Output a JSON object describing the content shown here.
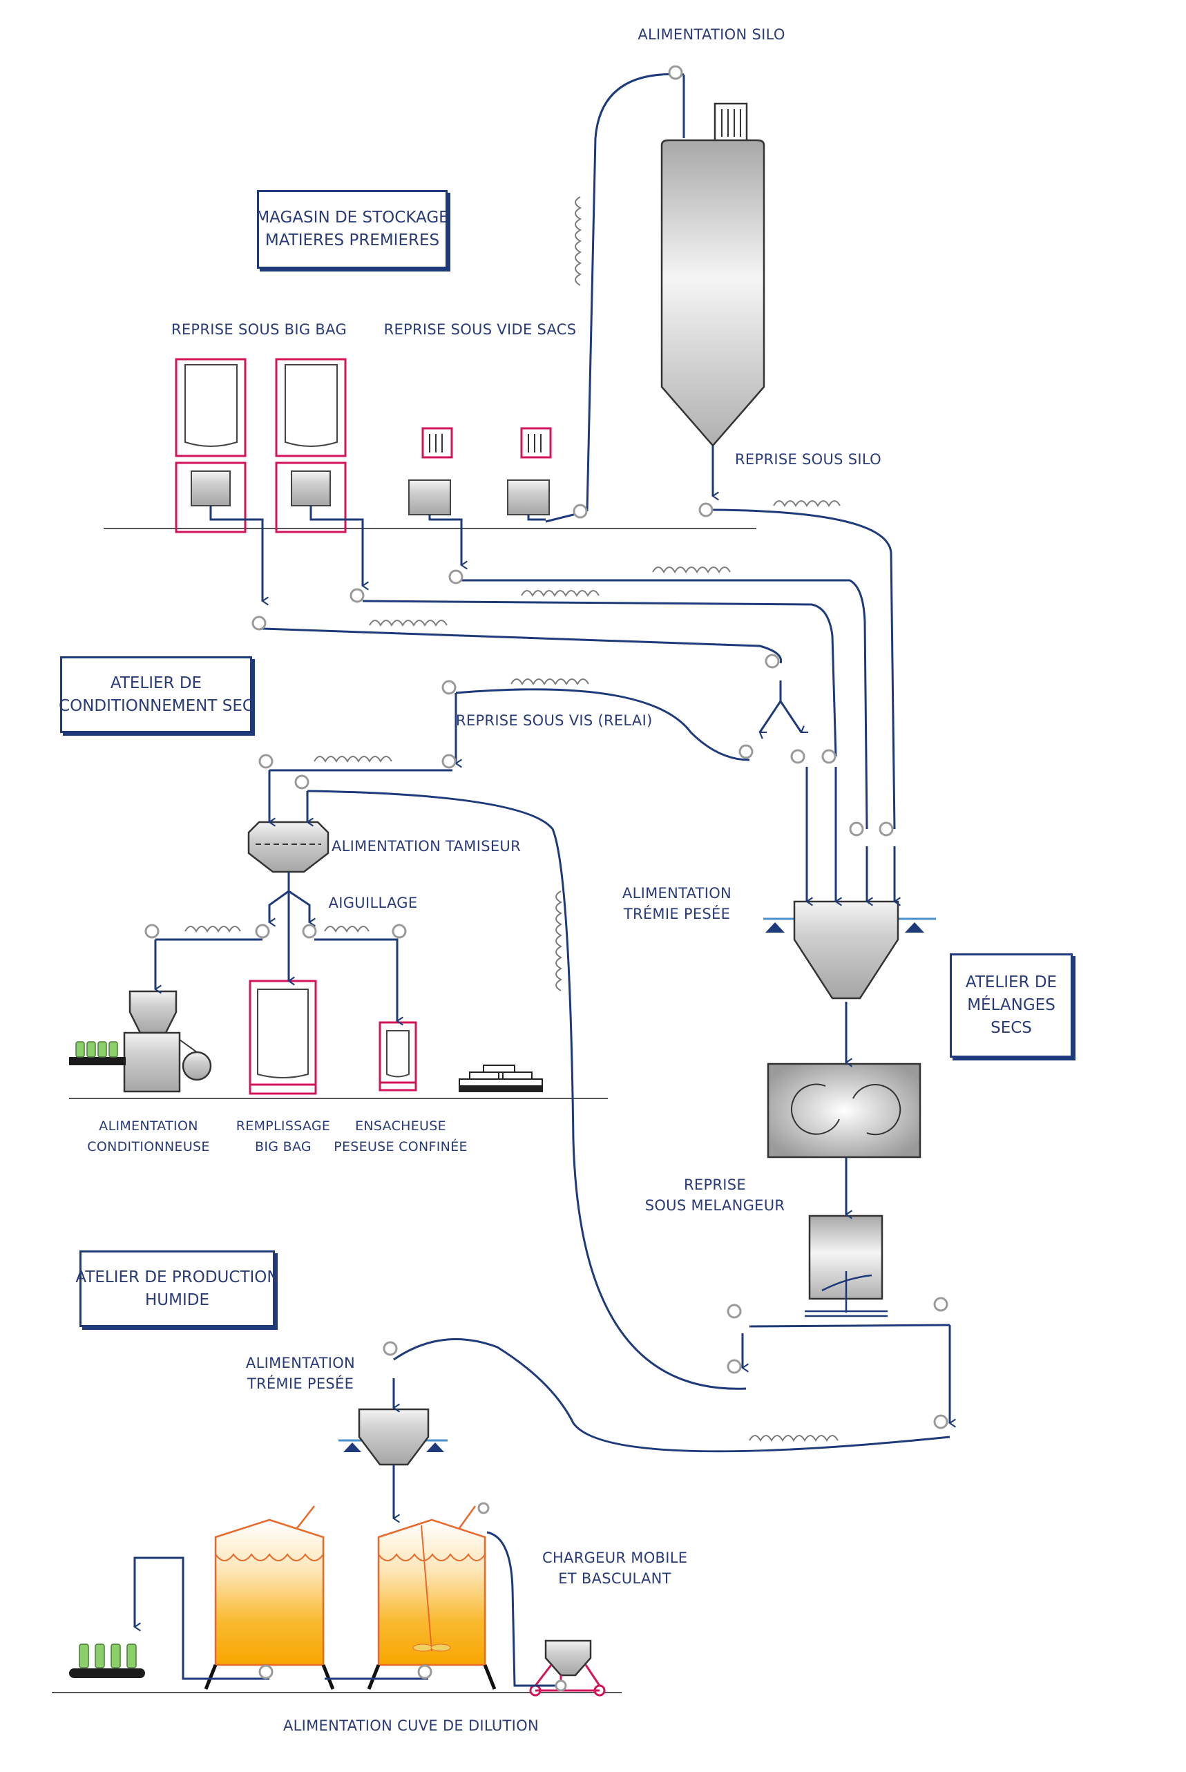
{
  "zones": {
    "storage": [
      "MAGASIN DE STOCKAGE",
      "MATIERES PREMIERES"
    ],
    "dry_packaging": [
      "ATELIER DE",
      "CONDITIONNEMENT SEC"
    ],
    "dry_mixing": [
      "ATELIER DE",
      "MÉLANGES",
      "SECS"
    ],
    "wet_production": [
      "ATELIER DE PRODUCTION",
      "HUMIDE"
    ]
  },
  "labels": {
    "silo_feed": [
      "ALIMENTATION SILO"
    ],
    "big_bag_unload": [
      "REPRISE SOUS BIG BAG"
    ],
    "bag_dump": [
      "REPRISE SOUS VIDE SACS"
    ],
    "silo_unload": [
      "REPRISE SOUS SILO"
    ],
    "screw_relay": [
      "REPRISE SOUS VIS (RELAI)"
    ],
    "sieve_feed": [
      "ALIMENTATION TAMISEUR"
    ],
    "diverter": [
      "AIGUILLAGE"
    ],
    "weigh_hopper_feed_dry": [
      "ALIMENTATION",
      "TRÉMIE PESÉE"
    ],
    "packer_feed": [
      "ALIMENTATION",
      "CONDITIONNEUSE"
    ],
    "big_bag_fill": [
      "REMPLISSAGE",
      "BIG BAG"
    ],
    "bagger": [
      "ENSACHEUSE",
      "PESEUSE CONFINÉE"
    ],
    "mixer_unload": [
      "REPRISE",
      "SOUS MELANGEUR"
    ],
    "weigh_hopper_feed_wet": [
      "ALIMENTATION",
      "TRÉMIE PESÉE"
    ],
    "mobile_loader": [
      "CHARGEUR MOBILE",
      "ET BASCULANT"
    ],
    "dilution_tank_feed": [
      "ALIMENTATION CUVE DE DILUTION"
    ]
  },
  "colors": {
    "flow": "#1e3a7a",
    "equipment_frame": "#d4145a",
    "node": "#9a9a9a",
    "tank_fill": "#f7a600",
    "tank_line": "#e8692a",
    "bottle": "#8ccf6a"
  }
}
